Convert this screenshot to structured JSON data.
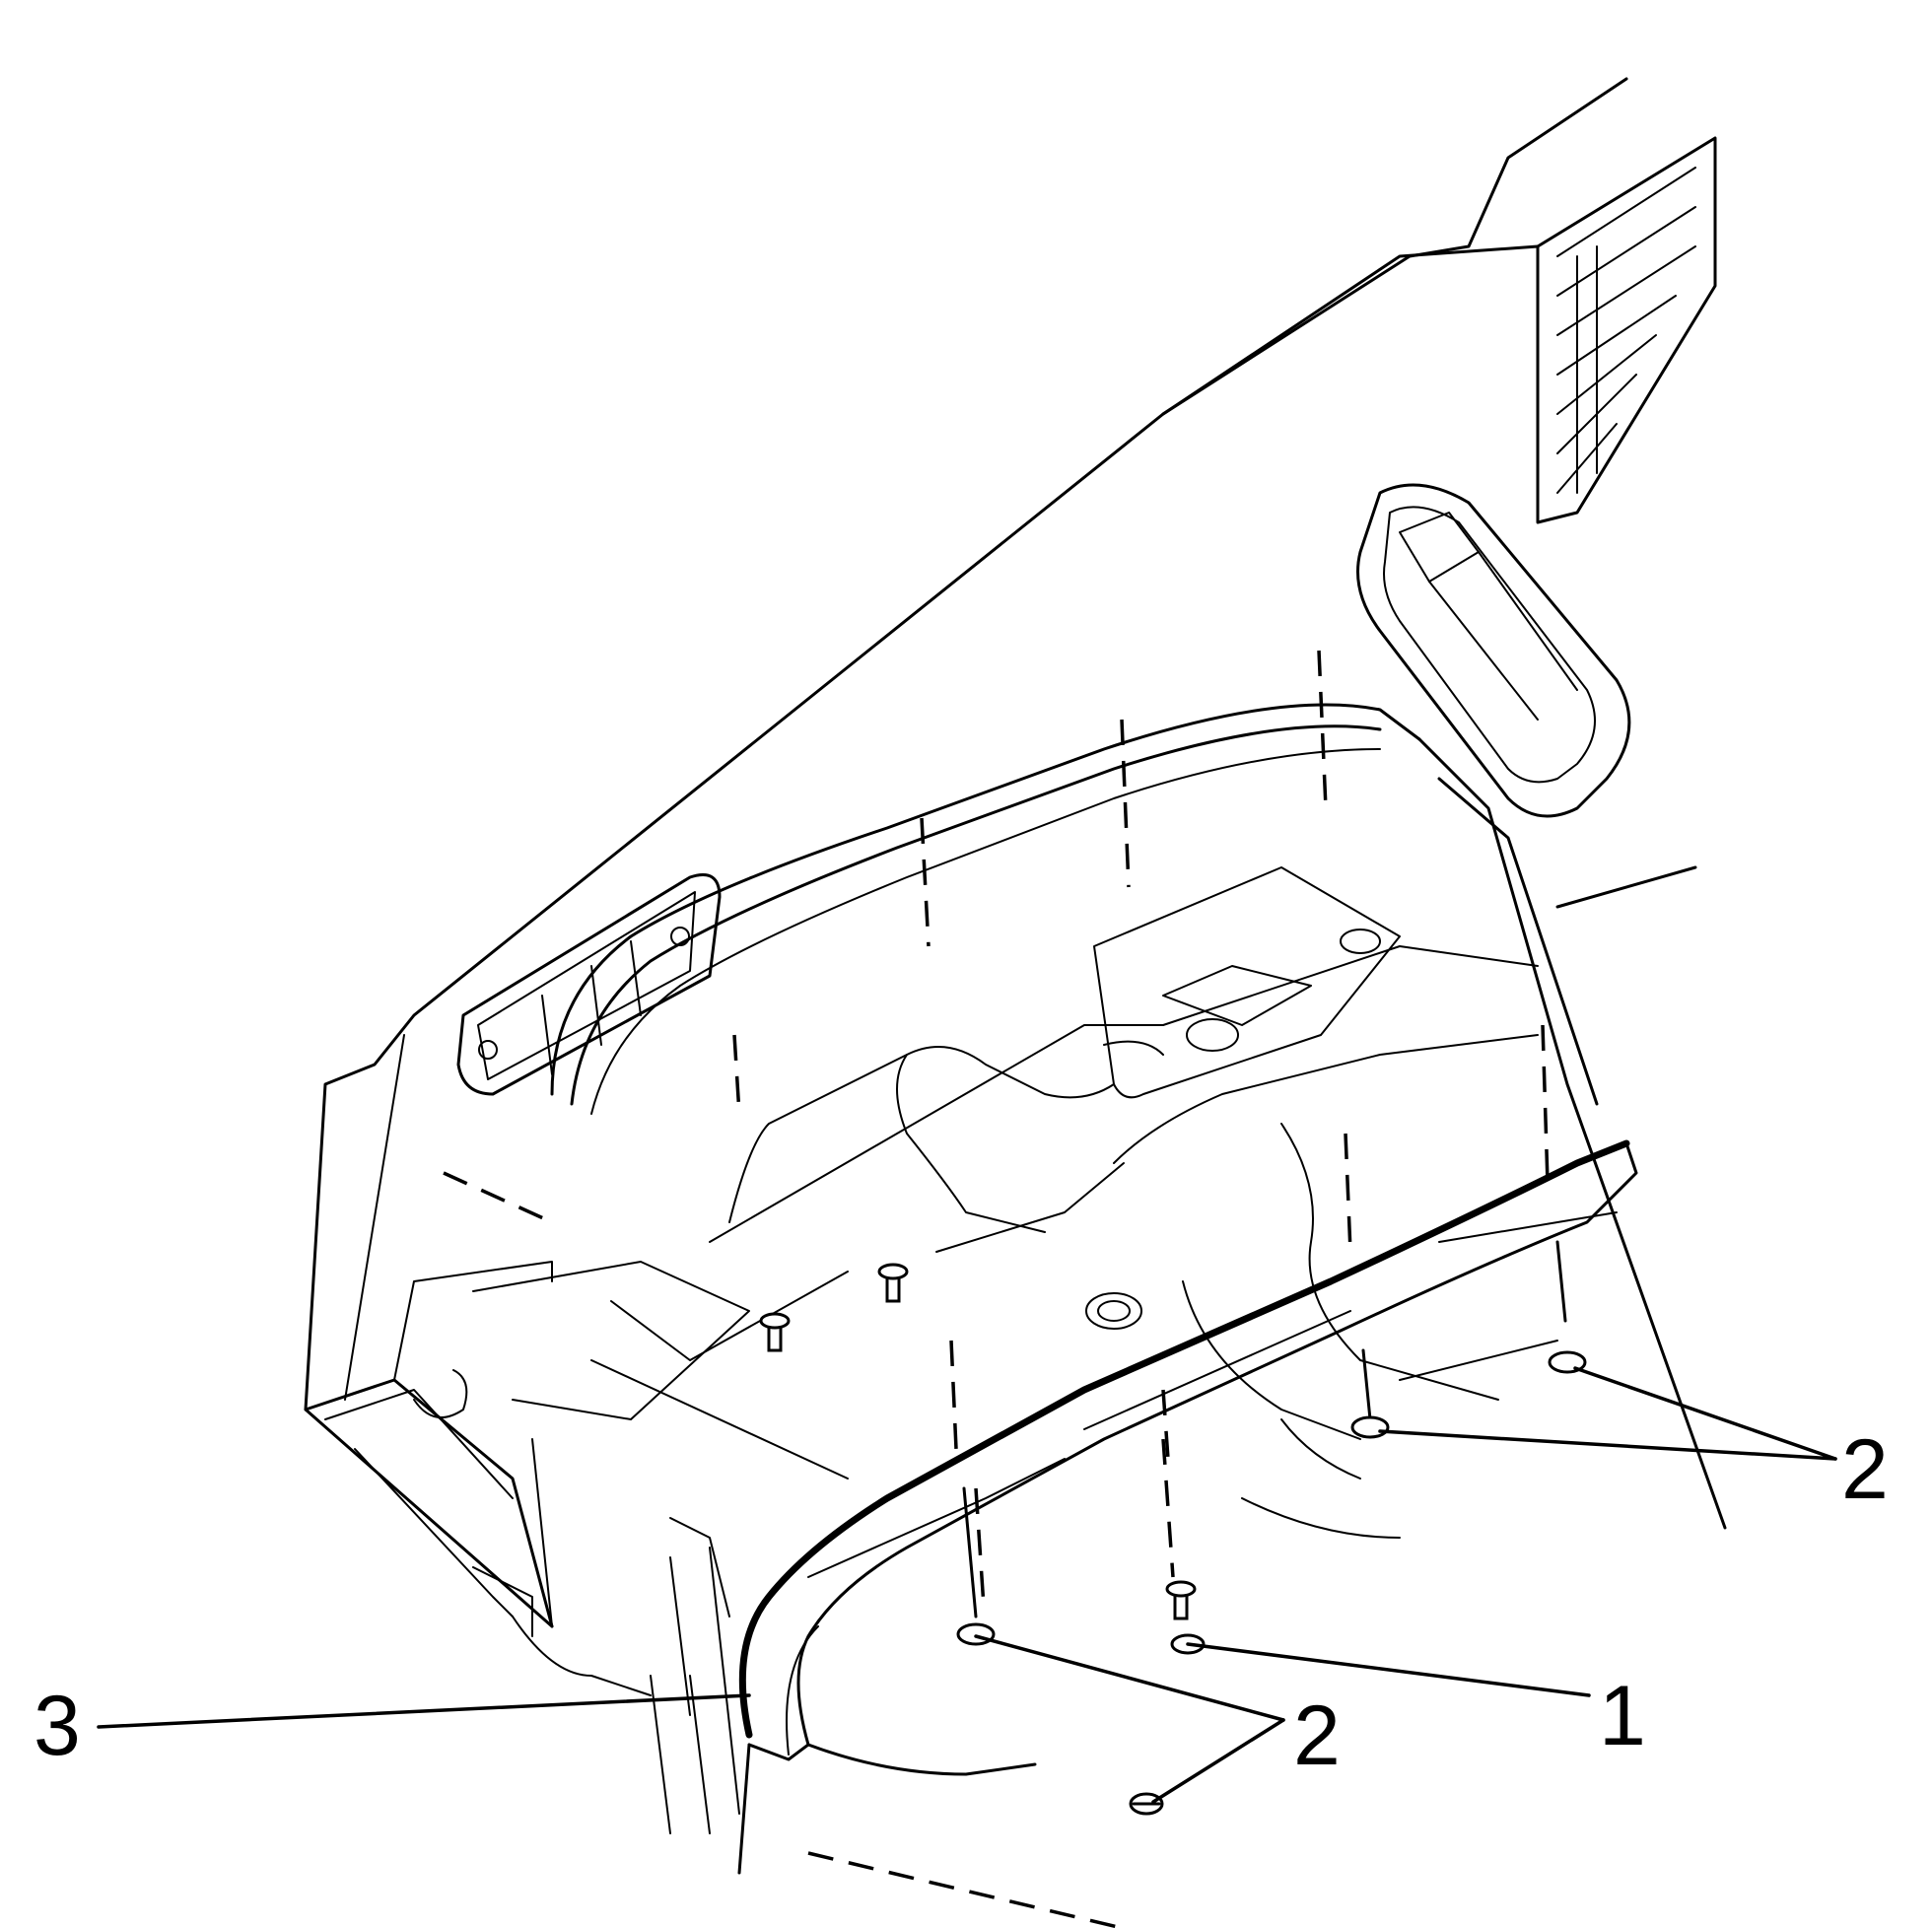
{
  "callouts": {
    "label_1": "1",
    "label_2_right": "2",
    "label_2_bottom": "2",
    "label_3": "3"
  }
}
